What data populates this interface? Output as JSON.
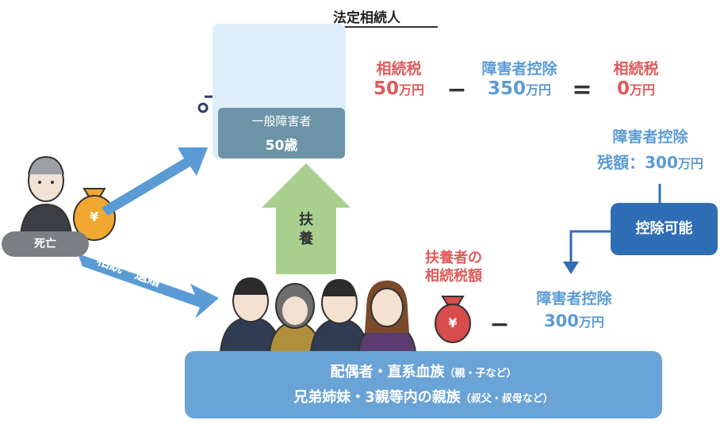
{
  "top": {
    "title": "法定相続人",
    "heir_type": "一般障害者",
    "heir_age": "50歳"
  },
  "formula": {
    "tax_label": "相続税",
    "tax_value": "50",
    "deduction_label": "障害者控除",
    "deduction_value": "350",
    "result_label": "相続税",
    "result_value": "0",
    "unit": "万円",
    "minus": "−",
    "equals": "="
  },
  "remaining": {
    "label": "障害者控除",
    "prefix": "残額：",
    "value": "300",
    "unit": "万円"
  },
  "deductible_label": "控除可能",
  "support_label": "扶養",
  "deceased": {
    "label": "死亡",
    "yen": "¥"
  },
  "arrows": {
    "inherit": "相続",
    "inherit_bequest": "相続・遺贈"
  },
  "dependent_tax": {
    "label_line1": "扶養者の",
    "label_line2": "相続税額",
    "minus": "−",
    "deduction_label": "障害者控除",
    "deduction_value": "300",
    "unit": "万円",
    "yen": "¥"
  },
  "dependents": {
    "line1_main": "配偶者・直系血族",
    "line1_note": "（親・子など）",
    "line2_main": "兄弟姉妹・3親等内の親族",
    "line2_note": "（叔父・叔母など）"
  },
  "colors": {
    "red": "#e05a5a",
    "blue": "#5b9bd5",
    "dark_blue": "#2f6db5",
    "arrow_blue": "#5b9bd5",
    "arrow_green": "#a8cf8e",
    "card_bg": "#dceefa",
    "label_teal": "#6c94a6"
  }
}
